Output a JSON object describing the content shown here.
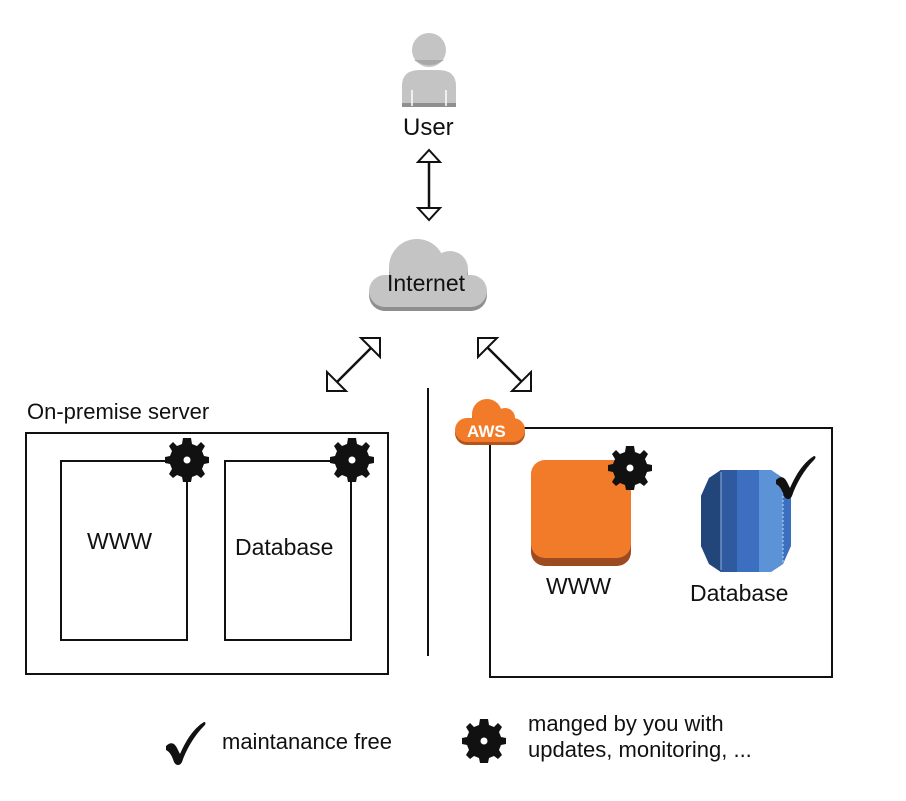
{
  "user": {
    "label": "User",
    "icon": "user-icon"
  },
  "internet": {
    "label": "Internet",
    "icon": "cloud-icon"
  },
  "on_premise": {
    "title": "On-premise server",
    "www_label": "WWW",
    "database_label": "Database",
    "www_status": "managed",
    "database_status": "managed"
  },
  "aws": {
    "badge": "AWS",
    "www_label": "WWW",
    "database_label": "Database",
    "www_status": "managed",
    "database_status": "maintenance-free",
    "colors": {
      "orange": "#f27b2a",
      "blue": "#3d6fc0"
    }
  },
  "legend": {
    "check_text": "maintanance free",
    "gear_text_line1": "manged by you with",
    "gear_text_line2": "updates, monitoring, ..."
  },
  "colors": {
    "gray_icon": "#c2c2c2",
    "line": "#111111"
  }
}
